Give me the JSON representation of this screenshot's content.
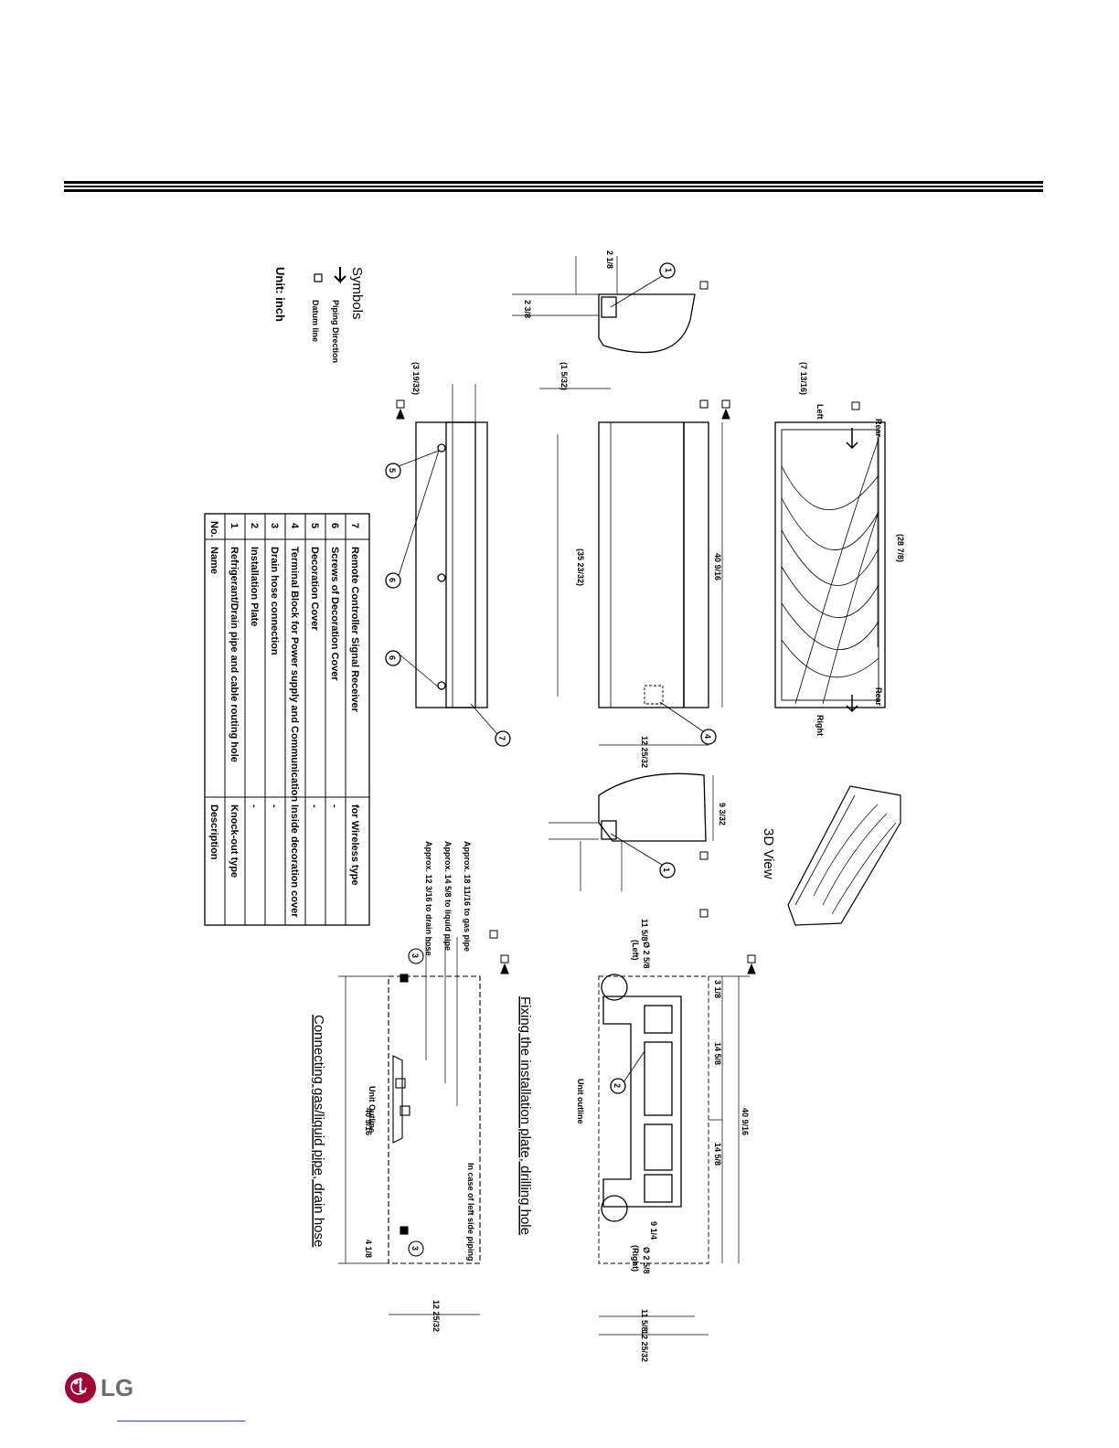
{
  "brand": {
    "logo_text": "LG",
    "color": "#a50034"
  },
  "symbols": {
    "title": "Symbols",
    "piping_direction": "Piping Direction",
    "datum_line": "Datum line",
    "unit": "Unit: inch"
  },
  "views": {
    "view_3d": "3D View",
    "fixing_plate": "Fixing the installation plate, drilling hole",
    "connecting": "Connecting gas/liquid pipe, drain hose",
    "left_side_piping": "In case of left side piping",
    "unit_outline": "Unit outline",
    "unit_outline_2": "Unit Outline",
    "left": "Left",
    "right": "Right",
    "rear": "Rear",
    "rear_2": "Rear",
    "hole_left": "(Left)",
    "hole_right": "(Right)",
    "approx_gas": "Approx. 18 11/16 to gas pipe",
    "approx_liquid": "Approx. 14 5/8 to liquid pipe",
    "approx_drain": "Approx. 12 3/16 to drain hose"
  },
  "dimensions": {
    "width": "40 9/16",
    "height": "12 25/32",
    "depth": "9 3/32",
    "inner_width": "(35 23/32)",
    "back_width": "(28 7/8)",
    "depth_3": "(3 19/32)",
    "depth_1": "(1 5/32)",
    "depth_7": "(7 13/16)",
    "half_1": "14 5/8",
    "half_2": "14 5/8",
    "plate_h": "11 5/8",
    "hole_d": "Ø 2 5/8",
    "side_31": "3 1/8",
    "side_9": "9 1/4",
    "conn_offset": "4 1/8",
    "conn_h": "12 25/32"
  },
  "parts_table": {
    "headers": [
      "No.",
      "Name",
      "Description"
    ],
    "rows": [
      [
        "1",
        "Refrigerant/Drain pipe and cable routing hole",
        "Knock-out type"
      ],
      [
        "2",
        "Installation Plate",
        "-"
      ],
      [
        "3",
        "Drain hose connection",
        "-"
      ],
      [
        "4",
        "Terminal Block for Power supply and Communication",
        "Inside decoration cover"
      ],
      [
        "5",
        "Decoration Cover",
        "-"
      ],
      [
        "6",
        "Screws of Decoration Cover",
        "-"
      ],
      [
        "7",
        "Remote Controller Signal Receiver",
        "for Wireless type"
      ]
    ]
  }
}
